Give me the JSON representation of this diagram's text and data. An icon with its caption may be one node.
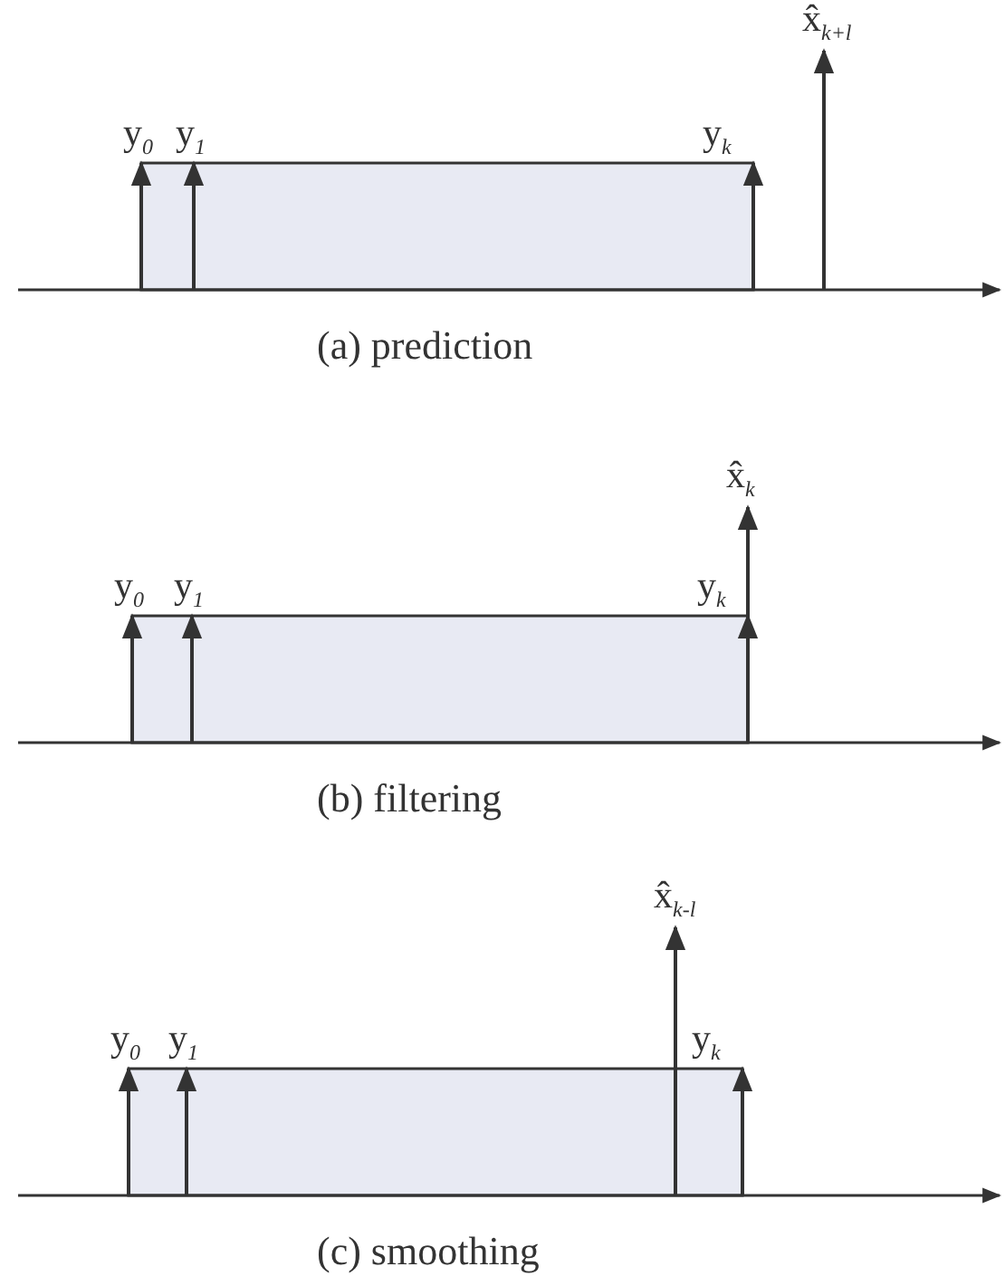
{
  "diagram": {
    "labels": [
      "x̂$_{k+l}$",
      "y$_{0}$",
      "y$_{1}$",
      "y$_{k}$",
      "(a) prediction",
      "x̂$_{k}$",
      "y$_{0}$",
      "y$_{1}$",
      "y$_{k}$",
      "(b) filtering",
      "x̂$_{k-l}$",
      "y$_{0}$",
      "y$_{1}$",
      "y$_{k}$",
      "(c) smoothing"
    ]
  }
}
